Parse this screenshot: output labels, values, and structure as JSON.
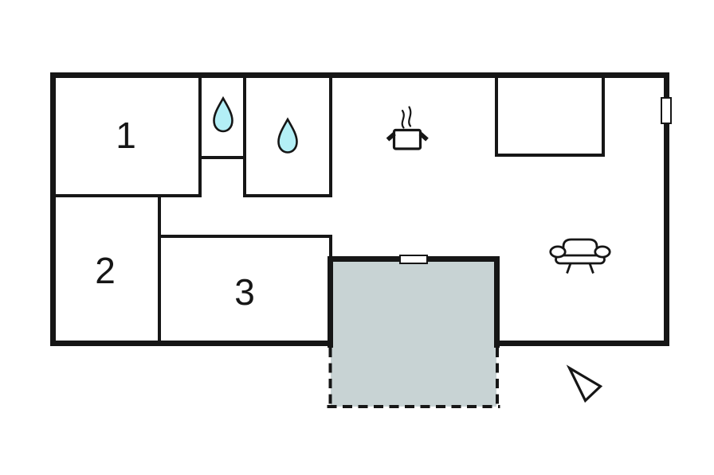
{
  "plan": {
    "type": "floor-plan",
    "rooms": [
      {
        "name": "room-1",
        "label": "1"
      },
      {
        "name": "room-2",
        "label": "2"
      },
      {
        "name": "room-3",
        "label": "3"
      }
    ],
    "icons": {
      "bathroom_small": "water-drop-icon",
      "bathroom_large": "water-drop-icon",
      "kitchen": "cooking-pot-icon",
      "living_area": "sofa-icon",
      "orientation": "north-arrow-icon",
      "terrace_door": "door-marker",
      "window": "window-marker",
      "terrace": "shaded-dashed-terrace-area"
    },
    "colors": {
      "wall": "#161616",
      "terrace_fill": "#c8d3d4",
      "water_drop_fill": "#b3eff6",
      "background": "#ffffff"
    }
  }
}
